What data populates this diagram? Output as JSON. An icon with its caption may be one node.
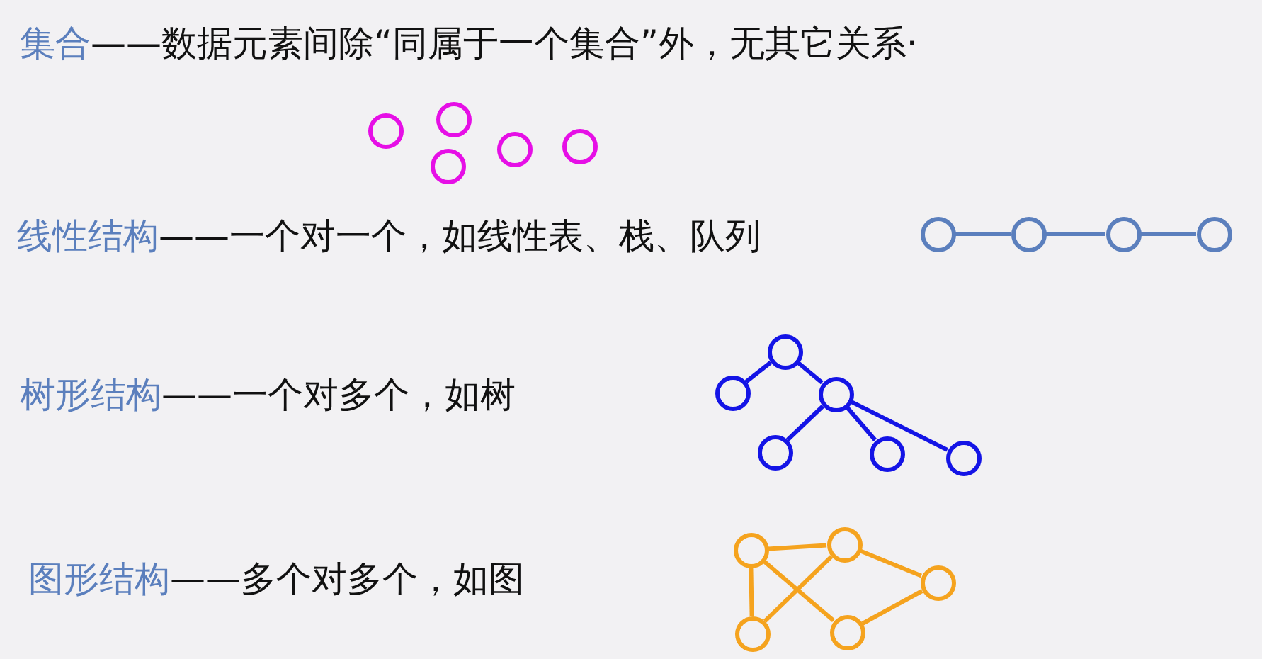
{
  "diagram": {
    "nodes": [
      {
        "text": [],
        "shape": "circle"
      },
      {
        "text": [],
        "shape": "circle"
      },
      {
        "text": [],
        "shape": "circle"
      },
      {
        "text": [],
        "shape": "circle"
      },
      {
        "text": [],
        "shape": "circle"
      },
      {
        "text": [],
        "shape": "circle"
      },
      {
        "text": [],
        "shape": "circle"
      },
      {
        "text": [],
        "shape": "circle"
      },
      {
        "text": [],
        "shape": "circle"
      },
      {
        "text": [],
        "shape": "circle"
      },
      {
        "text": [],
        "shape": "circle"
      },
      {
        "text": [],
        "shape": "circle"
      },
      {
        "text": [],
        "shape": "circle"
      },
      {
        "text": [],
        "shape": "circle"
      },
      {
        "text": [],
        "shape": "circle"
      },
      {
        "text": [],
        "shape": "circle"
      },
      {
        "text": [],
        "shape": "circle"
      },
      {
        "text": [],
        "shape": "circle"
      },
      {
        "text": [],
        "shape": "circle"
      },
      {
        "text": [],
        "shape": "circle"
      }
    ],
    "edges": [
      {
        "from": 5,
        "to": 6,
        "arrow": "none",
        "color": "#5b7fbd"
      },
      {
        "from": 6,
        "to": 7,
        "arrow": "none",
        "color": "#5b7fbd"
      },
      {
        "from": 7,
        "to": 8,
        "arrow": "none",
        "color": "#5b7fbd"
      },
      {
        "from": 11,
        "to": 9,
        "arrow": "none",
        "color": "#1414e6"
      },
      {
        "from": 11,
        "to": 12,
        "arrow": "none",
        "color": "#1414e6"
      },
      {
        "from": 12,
        "to": 10,
        "arrow": "none",
        "color": "#1414e6"
      },
      {
        "from": 12,
        "to": 13,
        "arrow": "none",
        "color": "#1414e6"
      },
      {
        "from": 12,
        "to": 14,
        "arrow": "none",
        "color": "#1414e6"
      },
      {
        "from": 15,
        "to": 17,
        "arrow": "none",
        "color": "#f5a31e"
      },
      {
        "from": 15,
        "to": 16,
        "arrow": "none",
        "color": "#f5a31e"
      },
      {
        "from": 15,
        "to": 18,
        "arrow": "none",
        "color": "#f5a31e"
      },
      {
        "from": 17,
        "to": 16,
        "arrow": "none",
        "color": "#f5a31e"
      },
      {
        "from": 17,
        "to": 19,
        "arrow": "none",
        "color": "#f5a31e"
      },
      {
        "from": 19,
        "to": 18,
        "arrow": "none",
        "color": "#f5a31e"
      }
    ],
    "labels": [
      "集合",
      "——数据元素间除“同属于一个集合”外，无其它关系·",
      "线性结构",
      "——一个对一个，如线性表、栈、队列",
      "树形结构",
      "——一个对多个，如树",
      "图形结构",
      "——多个对多个，如图"
    ]
  }
}
